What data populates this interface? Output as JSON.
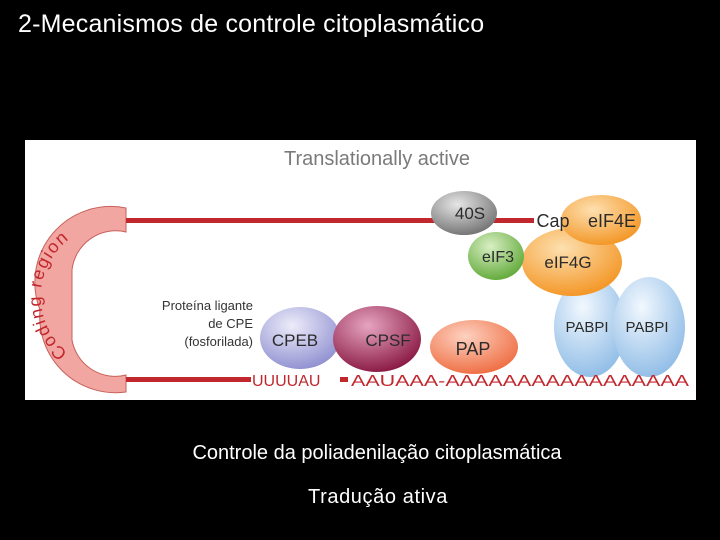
{
  "slide": {
    "title": "2-Mecanismos de controle citoplasmático",
    "caption_main": "Controle da poliadenilação citoplasmática",
    "caption_sub": "Tradução ativa"
  },
  "figure": {
    "heading": "Translationally active",
    "coding_region_label": "Coding region",
    "annotation_lines": [
      "Proteína ligante",
      "de CPE",
      "(fosforilada)"
    ],
    "proteins": {
      "s40": "40S",
      "cap": "Cap",
      "eif4e": "eIF4E",
      "eif3": "eIF3",
      "eif4g": "eIF4G",
      "cpeb": "CPEB",
      "cpsf": "CPSF",
      "pap": "PAP",
      "pabp1": "PABPI",
      "pabp2": "PABPI"
    },
    "sequence_cpe": "UUUUAU",
    "sequence_tail": "AAUAAA-AAAAAAAAAAAAAAAAA"
  },
  "colors": {
    "rna_strand": "#c1272d",
    "coding_region": "#f2a6a1",
    "sequence_text": "#c1272d",
    "heading_text": "#7a7a7a",
    "s40": "#8a8a8a",
    "eif3": "#73b84a",
    "eif4": "#f5a133",
    "cpeb": "#a7a7dc",
    "cpsf": "#9b2350",
    "pap": "#f07c55",
    "pabp": "#a6cbec"
  }
}
